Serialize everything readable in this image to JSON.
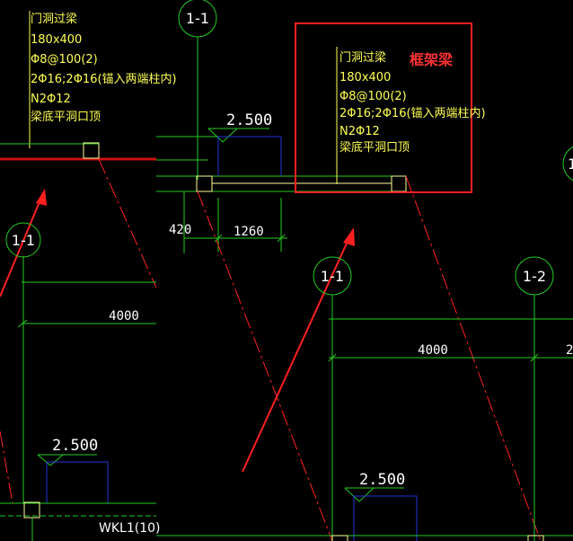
{
  "left_panel": {
    "annotation_lines": [
      "门洞过梁",
      "180x400",
      "Φ8@100(2)",
      "2Φ16;2Φ16(锚入两端柱内)",
      "N2Φ12",
      "梁底平洞口顶"
    ],
    "axis_label": "1-1",
    "dimension": "4000",
    "level_mark": "2.500",
    "beam_tag": "WKL1(10)"
  },
  "right_panel": {
    "axis_label_top": "1-1",
    "level_mark_top": "2.500",
    "dim_left": "420",
    "dim_mid": "1260",
    "annotation_lines": [
      "门洞过梁",
      "180x400",
      "Φ8@100(2)",
      "2Φ16;2Φ16(锚入两端柱内)",
      "N2Φ12",
      "梁底平洞口顶"
    ],
    "callout_label": "框架梁",
    "axis_label_a": "1-1",
    "axis_label_b": "1-2",
    "axis_label_c": "1",
    "dimension": "4000",
    "dimension_partial": "2",
    "level_mark_bottom": "2.500"
  },
  "colors": {
    "background": "#000000",
    "grid_green": "#22cc22",
    "annotation_yellow": "#ffff55",
    "column_yellow": "#ffff99",
    "beam_blue": "#2233dd",
    "hidden_red": "#ff2222",
    "highlight_red": "#ff2020",
    "dimension_white": "#ffffff"
  }
}
